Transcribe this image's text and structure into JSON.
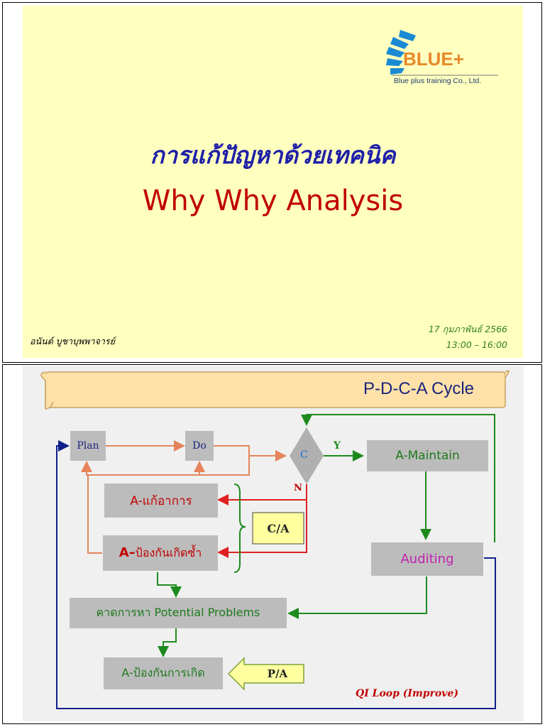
{
  "slide1": {
    "logo_text": "BLUE+",
    "logo_subtitle": "Blue plus training Co., Ltd.",
    "title_thai": "การแก้ปัญหาด้วยเทคนิค",
    "title_english": "Why Why Analysis",
    "date": "17 กุมภาพันธ์ 2566",
    "time": "13:00 – 16:00",
    "author": "อนันต์ บูชาบุพพาจารย์"
  },
  "slide2": {
    "banner_title": "P-D-C-A Cycle",
    "plan": "Plan",
    "do": "Do",
    "check": "C",
    "yes_label": "Y",
    "no_label": "N",
    "maintain": "A-Maintain",
    "auditing": "Auditing",
    "fix_symptom_prefix": "A-",
    "fix_symptom": "แก้อาการ",
    "prevent_recur_prefix": "A–",
    "prevent_recur": "ป้องกันเกิดซ้ำ",
    "ca_label": "C/A",
    "potential_problems": "คาดการหา Potential Problems",
    "prevent_occur": "A-ป้องกันการเกิด",
    "pa_label": "P/A",
    "qi_loop": "QI Loop (Improve)"
  }
}
